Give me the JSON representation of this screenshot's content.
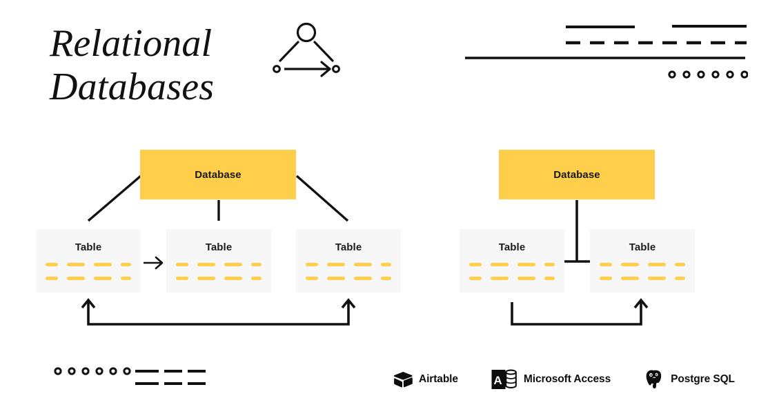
{
  "page": {
    "background_color": "#FFFFFF",
    "accent_color": "#FFCE4A",
    "panel_color": "#F7F7F7",
    "ink_color": "#111111"
  },
  "header": {
    "title_line_1": "Relational",
    "title_line_2": "Databases",
    "icon_name": "relational-graph-icon"
  },
  "decorations": {
    "top_right": {
      "name": "top-right-line-decoration",
      "solid_short_lines": 2,
      "dashed_lines": 1,
      "solid_long_lines": 1,
      "circles": 6
    },
    "bottom_left": {
      "name": "bottom-left-dot-dash-decoration",
      "circles": 6,
      "dashes_top_row": 3,
      "dashes_bottom_row": 3
    }
  },
  "diagrams": [
    {
      "id": "left-diagram",
      "database": {
        "label": "Database"
      },
      "tables": [
        {
          "label": "Table",
          "dash_rows": 2,
          "dashes_per_row": 4
        },
        {
          "label": "Table",
          "dash_rows": 2,
          "dashes_per_row": 4
        },
        {
          "label": "Table",
          "dash_rows": 2,
          "dashes_per_row": 4
        }
      ],
      "connectors": [
        "database-to-table-1-diagonal",
        "database-to-table-2-vertical",
        "database-to-table-3-diagonal",
        "table-1-to-table-2-arrow",
        "table-1-to-table-3-bidirectional-arrow"
      ]
    },
    {
      "id": "right-diagram",
      "database": {
        "label": "Database"
      },
      "tables": [
        {
          "label": "Table",
          "dash_rows": 2,
          "dashes_per_row": 4
        },
        {
          "label": "Table",
          "dash_rows": 2,
          "dashes_per_row": 4
        }
      ],
      "connectors": [
        "database-to-tables-tee",
        "table-1-to-table-2-arrow"
      ]
    }
  ],
  "logos": [
    {
      "name": "airtable",
      "label": "Airtable",
      "icon_name": "airtable-logo-icon"
    },
    {
      "name": "microsoft-access",
      "label": "Microsoft Access",
      "icon_name": "microsoft-access-logo-icon"
    },
    {
      "name": "postgre-sql",
      "label": "Postgre SQL",
      "icon_name": "postgresql-elephant-logo-icon"
    }
  ]
}
